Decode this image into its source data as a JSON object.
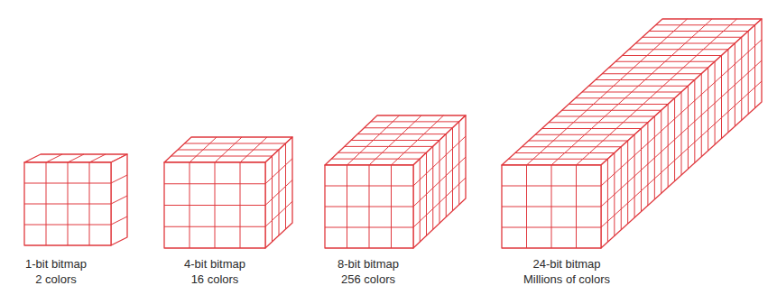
{
  "diagram": {
    "labels": [
      "1-bit bitmap",
      "2 colors",
      "4-bit bitmap",
      "16 colors",
      "8-bit bitmap",
      "256 colors",
      "24-bit bitmap",
      "Millions of colors"
    ]
  }
}
